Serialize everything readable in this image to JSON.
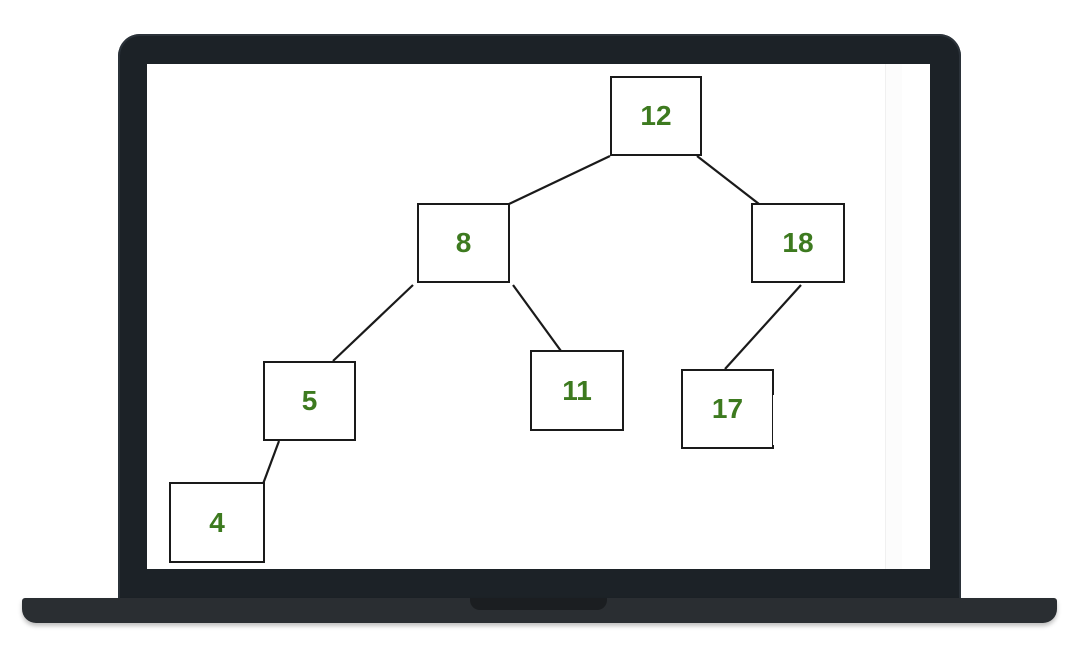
{
  "tree": {
    "nodes": [
      {
        "id": "n12",
        "label": "12"
      },
      {
        "id": "n8",
        "label": "8"
      },
      {
        "id": "n18",
        "label": "18"
      },
      {
        "id": "n5",
        "label": "5"
      },
      {
        "id": "n11",
        "label": "11"
      },
      {
        "id": "n17",
        "label": "17"
      },
      {
        "id": "n4",
        "label": "4"
      }
    ],
    "edges": [
      [
        "n12",
        "n8"
      ],
      [
        "n12",
        "n18"
      ],
      [
        "n8",
        "n5"
      ],
      [
        "n8",
        "n11"
      ],
      [
        "n18",
        "n17"
      ],
      [
        "n5",
        "n4"
      ]
    ]
  },
  "colors": {
    "node_text": "#3d7a1f",
    "node_border": "#1a1a1a",
    "laptop_frame": "#1c2227"
  }
}
